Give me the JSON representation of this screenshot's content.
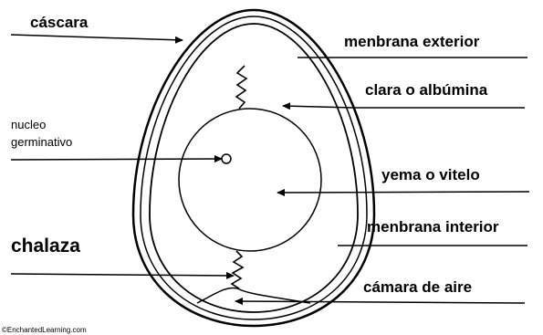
{
  "labels": {
    "cascara": "cáscara",
    "membrana_exterior": "menbrana exterior",
    "clara": "clara o albúmina",
    "nucleo_line1": "nucleo",
    "nucleo_line2": "germinativo",
    "yema": "yema o vitelo",
    "membrana_interior": "menbrana interior",
    "chalaza": "chalaza",
    "camara_aire": "cámara de aire"
  },
  "copyright": "©EnchantedLearning.com"
}
